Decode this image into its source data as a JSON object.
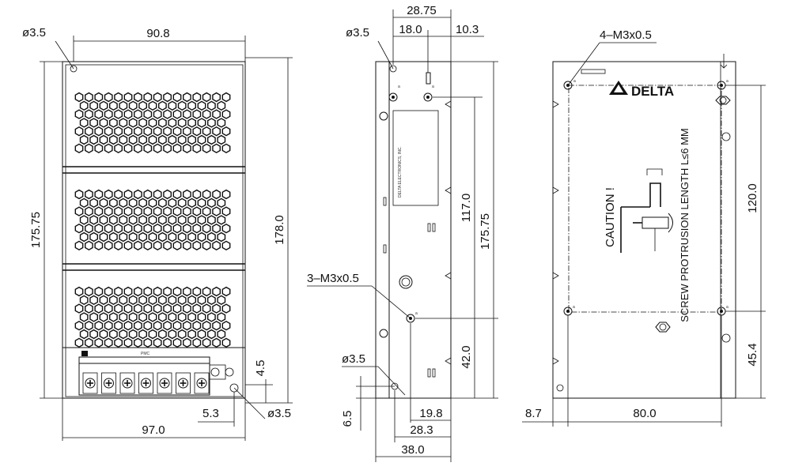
{
  "front_view": {
    "hole_dia": "ø3.5",
    "width_top": "90.8",
    "height_left": "175.75",
    "height_right": "178.0",
    "terminal_offset": "4.5",
    "hole_offset": "5.3",
    "hole_dia_2": "ø3.5",
    "width_bottom": "97.0",
    "label_pmc": "PMC"
  },
  "side_view": {
    "hole_dia": "ø3.5",
    "width_top": "28.75",
    "offset_a": "18.0",
    "offset_b": "10.3",
    "height_117": "117.0",
    "height_total": "175.75",
    "screw_spec": "3–M3x0.5",
    "height_42": "42.0",
    "hole_dia_2": "ø3.5",
    "bottom_offset": "6.5",
    "offset_19": "19.8",
    "offset_28": "28.3",
    "width_bottom": "38.0",
    "vertical_text": "DELTA ELECTRONICS, INC.",
    "mark_a": "a"
  },
  "back_view": {
    "screw_spec": "4–M3x0.5",
    "brand": "DELTA",
    "caution_label": "CAUTION !",
    "screw_note": "SCREW PROTRUSION LENGTH  L≤6 MM",
    "height_120": "120.0",
    "height_45": "45.4",
    "offset_left": "8.7",
    "width_80": "80.0"
  }
}
